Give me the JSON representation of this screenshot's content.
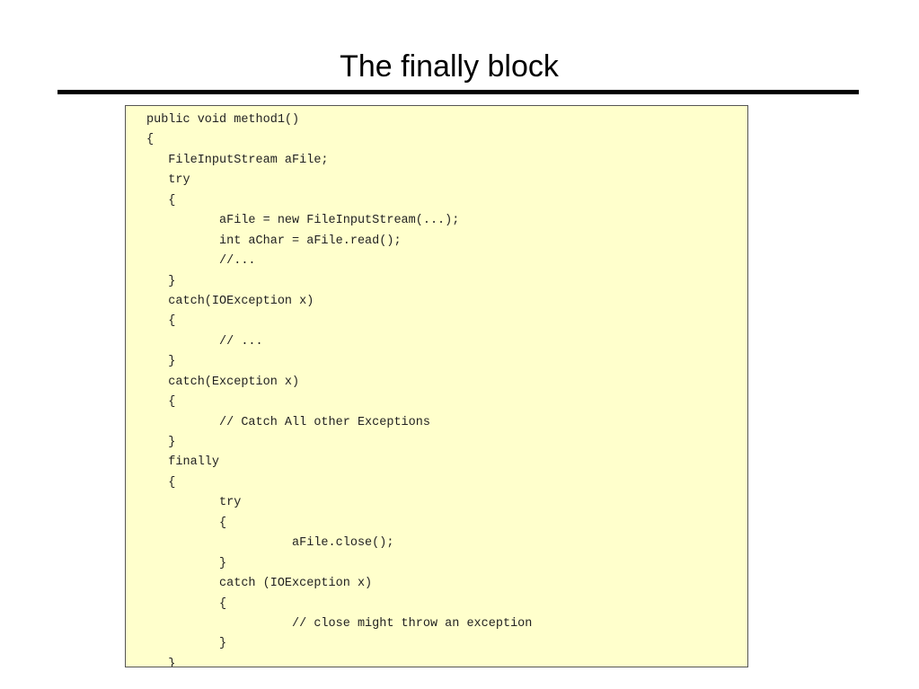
{
  "slide": {
    "title": "The finally block"
  },
  "code": {
    "lines": [
      "public void method1()",
      "{",
      "   FileInputStream aFile;",
      "   try",
      "   {",
      "          aFile = new FileInputStream(...);",
      "          int aChar = aFile.read();",
      "          //...",
      "   }",
      "   catch(IOException x)",
      "   {",
      "          // ...",
      "   }",
      "   catch(Exception x)",
      "   {",
      "          // Catch All other Exceptions",
      "   }",
      "   finally",
      "   {",
      "          try",
      "          {",
      "                    aFile.close();",
      "          }",
      "          catch (IOException x)",
      "          {",
      "                    // close might throw an exception",
      "          }",
      "   }"
    ]
  }
}
